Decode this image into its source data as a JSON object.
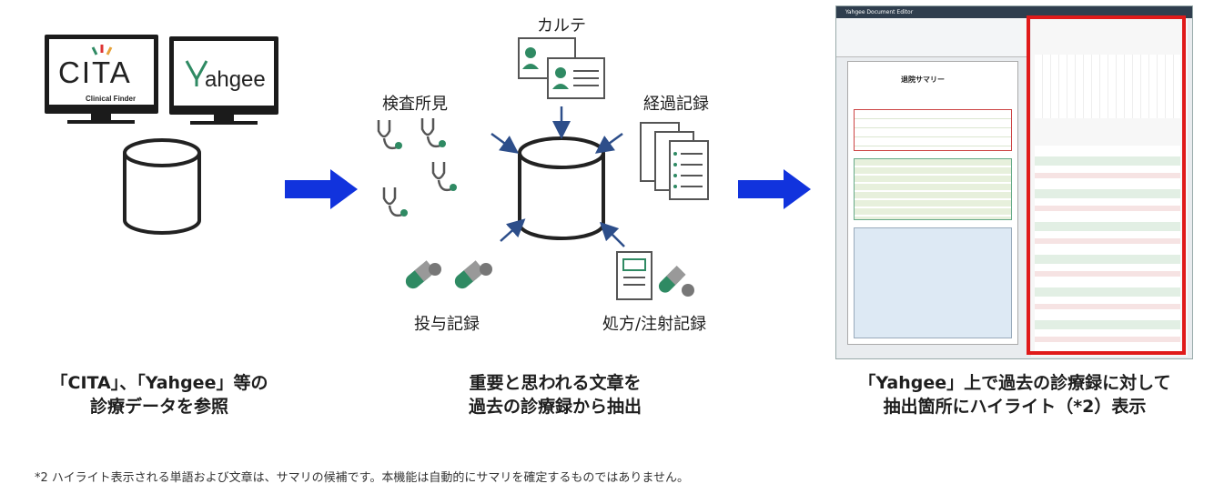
{
  "left": {
    "logos": {
      "cita": "CITA",
      "cita_sub": "Clinical Finder",
      "yahgee": "ahgee"
    },
    "caption_line1": "「CITA」、「Yahgee」等の",
    "caption_line2": "診療データを参照"
  },
  "middle": {
    "labels": {
      "karte": "カルテ",
      "kensa": "検査所見",
      "keika": "経過記録",
      "touyo": "投与記録",
      "shohou": "処方/注射記録"
    },
    "caption_line1": "重要と思われる文章を",
    "caption_line2": "過去の診療録から抽出"
  },
  "right": {
    "app_title": "Yahgee Document Editor",
    "summary_title": "退院サマリー",
    "caption_line1": "「Yahgee」上で過去の診療録に対して",
    "caption_line2": "抽出箇所にハイライト（*2）表示"
  },
  "footnote": "*2 ハイライト表示される単語および文章は、サマリの候補です。本機能は自動的にサマリを確定するものではありません。",
  "colors": {
    "arrow_blue": "#1133dd",
    "icon_green": "#2f8a63",
    "highlight_red": "#e01a1a",
    "small_arrow": "#2d4e8a"
  }
}
